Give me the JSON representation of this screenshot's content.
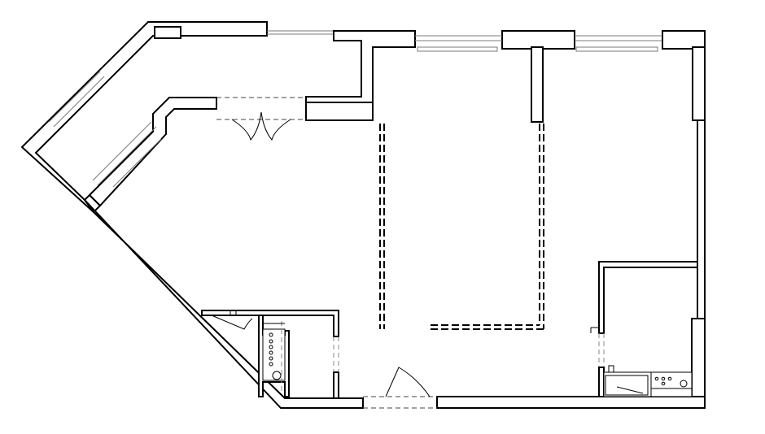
{
  "plan": {
    "type": "apartment floor plan",
    "line_color": "#000000",
    "glazing_color": "#7a7a7a",
    "background": "#ffffff",
    "rooms": [
      {
        "name": "balcony",
        "shape": "angled"
      },
      {
        "name": "main-open-space"
      },
      {
        "name": "middle-room",
        "partition": "dashed"
      },
      {
        "name": "right-room",
        "partition": "dashed"
      },
      {
        "name": "bathroom",
        "fixtures": [
          "sink",
          "toilet",
          "shower"
        ]
      },
      {
        "name": "kitchen-corner",
        "fixtures": [
          "sink",
          "stove"
        ]
      },
      {
        "name": "closet"
      }
    ],
    "doors": [
      {
        "name": "entrance-door",
        "swing": "arc"
      },
      {
        "name": "balcony-double-door",
        "swing": "double"
      }
    ],
    "text_labels": []
  }
}
